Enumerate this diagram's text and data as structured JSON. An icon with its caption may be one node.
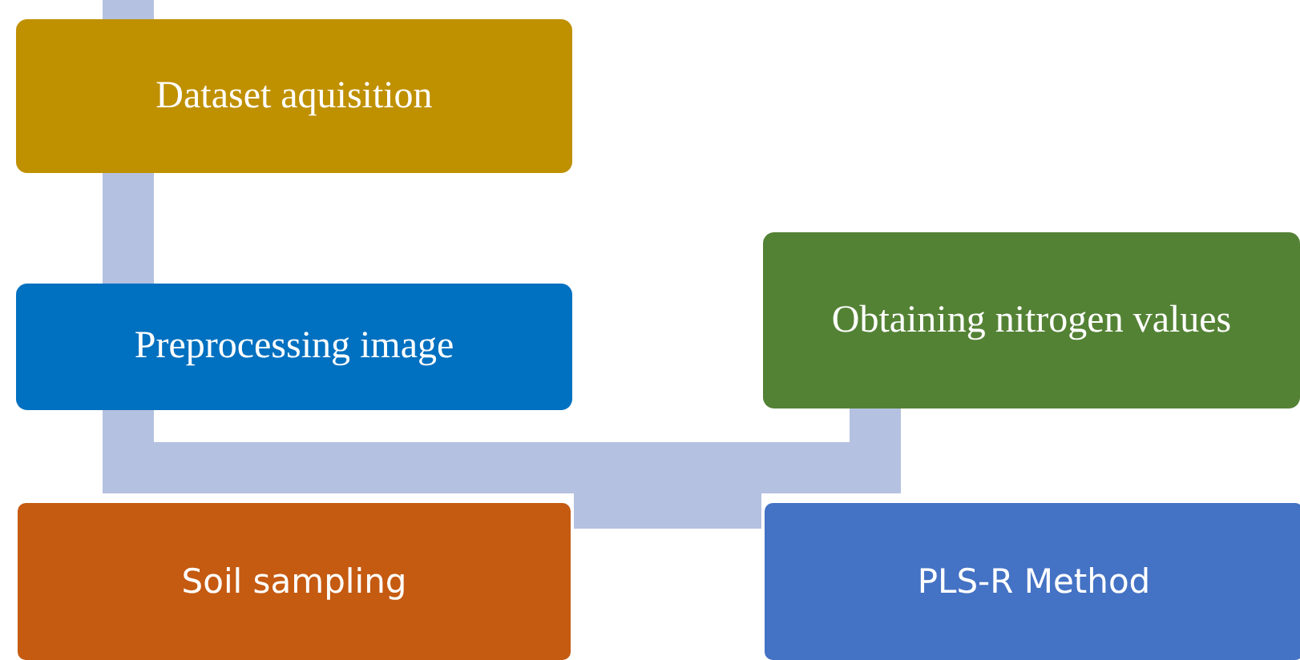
{
  "diagram": {
    "nodes": [
      {
        "text": [
          "Dataset aquisition"
        ]
      },
      {
        "text": [
          "Preprocessing image"
        ]
      },
      {
        "text": [
          "Obtaining nitrogen values"
        ]
      },
      {
        "text": [
          "Soil sampling"
        ]
      },
      {
        "text": [
          "PLS-R Method"
        ]
      }
    ],
    "edges": [
      {
        "from": null,
        "to": 0,
        "arrow": "none"
      },
      {
        "from": 0,
        "to": 1,
        "arrow": "none"
      },
      {
        "from": 1,
        "to": 2,
        "arrow": "none"
      },
      {
        "from": 3,
        "to": 4,
        "arrow": "none"
      }
    ]
  }
}
